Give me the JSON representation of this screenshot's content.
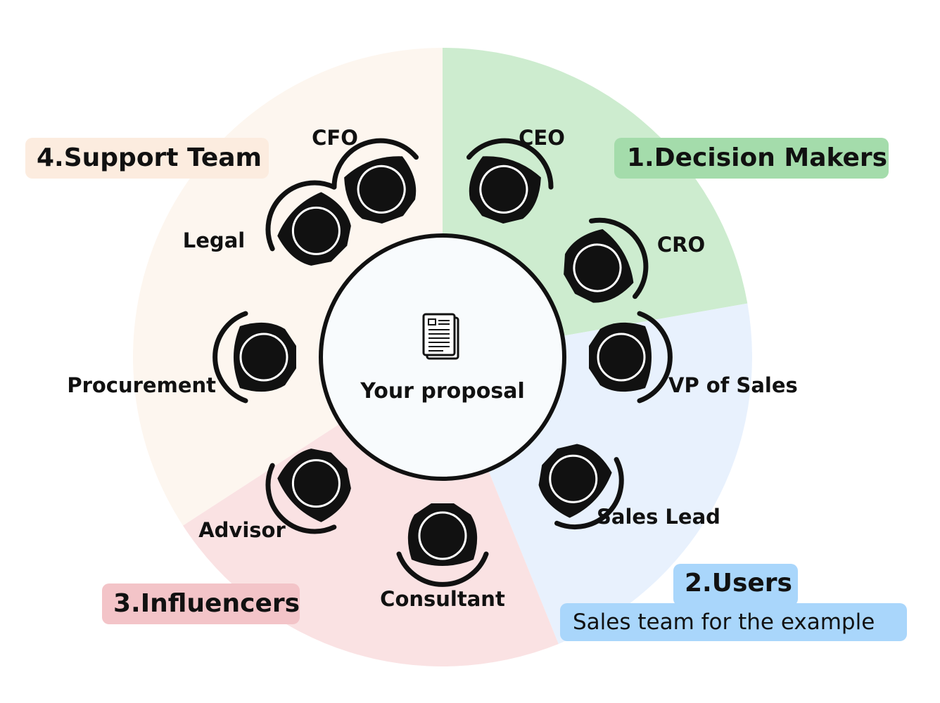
{
  "center": {
    "label": "Your proposal",
    "icon": "document-icon"
  },
  "groups": [
    {
      "key": "decision",
      "label": "1.Decision Makers",
      "color": "#cdeccf",
      "tag_color": "#a4dcab"
    },
    {
      "key": "users",
      "label": "2.Users",
      "subtitle": "Sales team for the example",
      "color": "#e8f1fd",
      "tag_color": "#a9d6fb"
    },
    {
      "key": "influencers",
      "label": "3.Influencers",
      "color": "#fae2e3",
      "tag_color": "#f3c4c8"
    },
    {
      "key": "support",
      "label": "4.Support Team",
      "color": "#fdf6ef",
      "tag_color": "#fcecdf"
    }
  ],
  "seats": [
    {
      "label": "CEO",
      "group": "decision"
    },
    {
      "label": "CRO",
      "group": "decision"
    },
    {
      "label": "VP of Sales",
      "group": "users"
    },
    {
      "label": "Sales Lead",
      "group": "users"
    },
    {
      "label": "Consultant",
      "group": "influencers"
    },
    {
      "label": "Advisor",
      "group": "influencers"
    },
    {
      "label": "Procurement",
      "group": "support"
    },
    {
      "label": "Legal",
      "group": "support"
    },
    {
      "label": "CFO",
      "group": "support"
    }
  ],
  "colors": {
    "ink": "#111111",
    "table_fill": "#f8fbfd"
  }
}
